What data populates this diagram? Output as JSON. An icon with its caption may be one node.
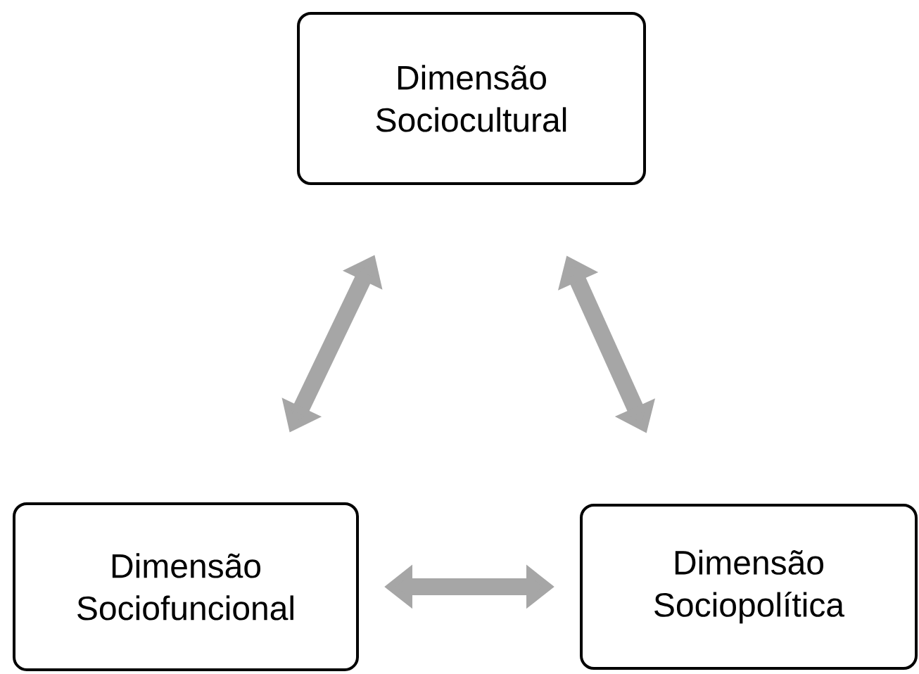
{
  "diagram": {
    "nodes": [
      {
        "text": [
          "Dimensão Sociocultural"
        ]
      },
      {
        "text": [
          "Dimensão Sociofuncional"
        ]
      },
      {
        "text": [
          "Dimensão Sociopolítica"
        ]
      }
    ],
    "edges": [
      {
        "from": 0,
        "to": 1,
        "arrow": "both"
      },
      {
        "from": 0,
        "to": 2,
        "arrow": "both"
      },
      {
        "from": 1,
        "to": 2,
        "arrow": "both"
      }
    ]
  }
}
